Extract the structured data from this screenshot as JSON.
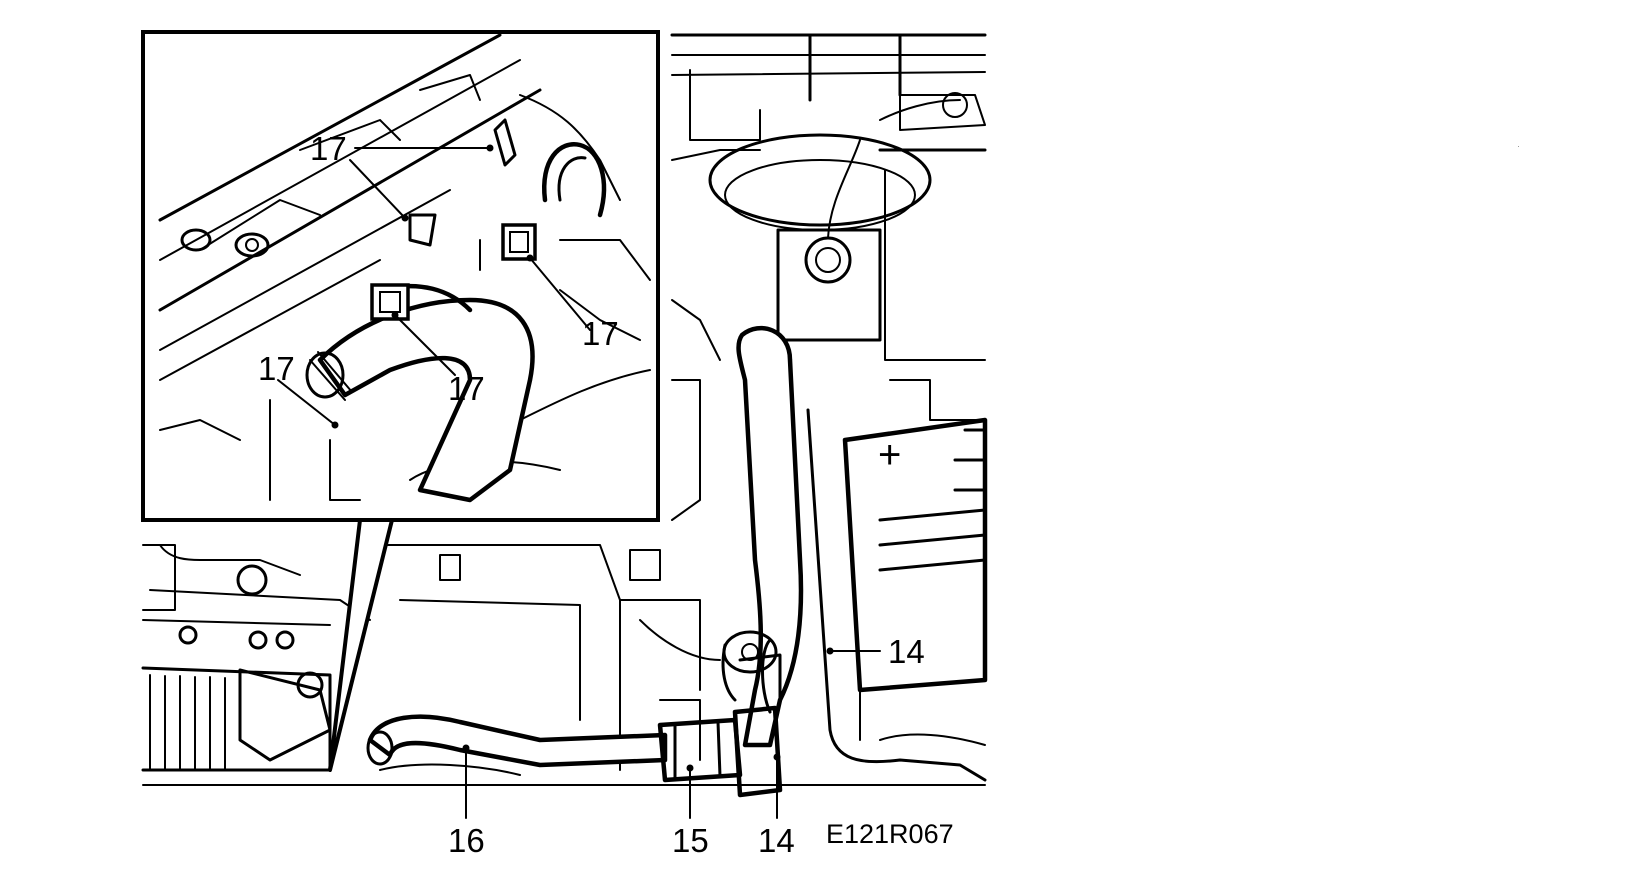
{
  "figure_code": "E121R067",
  "callouts": {
    "inset_17_top": "17",
    "inset_17_right": "17",
    "inset_17_middle": "17",
    "inset_17_left": "17",
    "label_14_upper": "14",
    "label_16": "16",
    "label_15": "15",
    "label_14_lower": "14"
  },
  "battery_symbol": "+",
  "icons": [
    "battery-plus-icon"
  ]
}
